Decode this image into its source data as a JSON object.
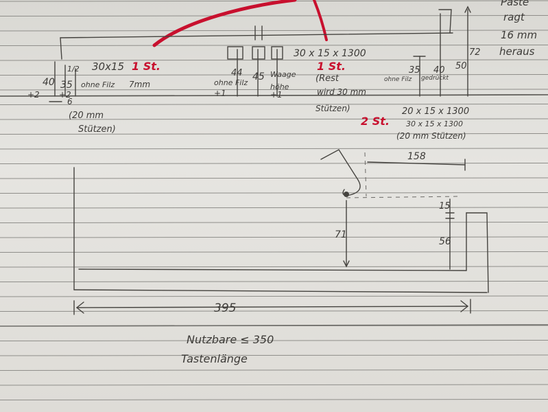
{
  "top_right": {
    "line1": "Paste",
    "line2": "ragt",
    "line3": "16 mm",
    "line4": "heraus"
  },
  "dims": {
    "d30x15": "30x15",
    "d30x15x1300": "30 x 15 x 1300",
    "d20x15x1300": "20 x 15 x 1300",
    "d20x15x1300_alt": "30 x 15 x 1300",
    "d40_left": "40",
    "d35_left": "35",
    "d44": "44",
    "d45": "45",
    "d35_right": "35",
    "d40_right": "40",
    "d50": "50",
    "d72": "72",
    "d158": "158",
    "d15": "15",
    "d71": "71",
    "d56": "56",
    "d395": "395",
    "plus2_a": "+2",
    "plus2_b": "+2",
    "plus1_a": "+1",
    "plus1_b": "+1",
    "d12": "1/2",
    "d6": "6"
  },
  "labels": {
    "ohne_filz_1": "ohne Filz",
    "ohne_filz_2": "ohne Filz",
    "ohne_filz_3": "ohne Filz",
    "mm7": "7mm",
    "waage": "Waage",
    "hoehe": "höhe",
    "gedruckt": "gedrückt",
    "stuetzen_1a": "(20 mm",
    "stuetzen_1b": "Stützen)",
    "rest_1": "(Rest",
    "rest_2": "wird 30 mm",
    "rest_3": "Stützen)",
    "stuetzen_2": "(20 mm Stützen)"
  },
  "red_labels": {
    "st1_a": "1 St.",
    "st1_b": "1 St.",
    "st2": "2 St."
  },
  "bottom": {
    "line1": "Nutzbare ≤ 350",
    "line2": "Tastenlänge"
  },
  "colors": {
    "paper": "#e3e2dd",
    "rule": "#8f8e8a",
    "pencil": "#45433f",
    "red_marker": "#c8102e"
  }
}
